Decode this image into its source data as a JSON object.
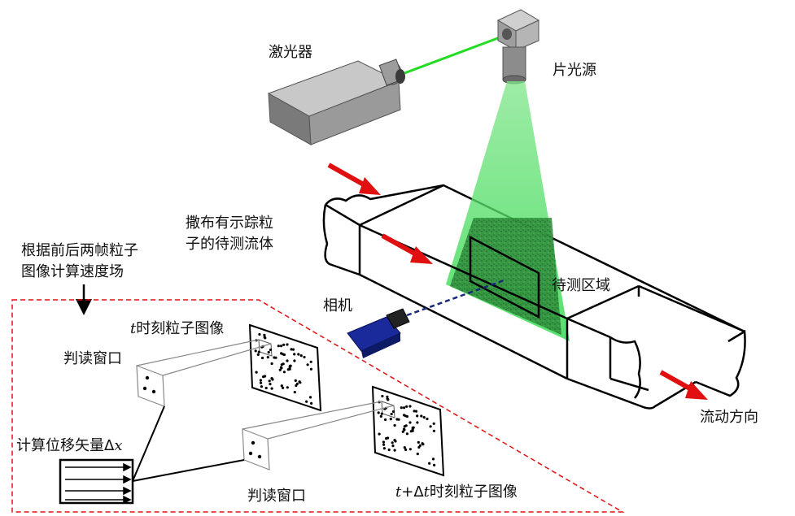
{
  "labels": {
    "laser": "激光器",
    "sheet_source": "片光源",
    "seeded_fluid_line1": "撒布有示踪粒",
    "seeded_fluid_line2": "子的待测流体",
    "method_line1": "根据前后两帧粒子",
    "method_line2": "图像计算速度场",
    "camera": "相机",
    "measure_region": "待测区域",
    "frame_t_var": "t",
    "frame_t_text": "时刻粒子图像",
    "window_1": "判读窗口",
    "window_2": "判读窗口",
    "displacement": "计算位移矢量Δ",
    "displacement_var": "x",
    "frame_t2_var": "t",
    "frame_t2_mid": "+Δ",
    "frame_t2_var2": "t",
    "frame_t2_text": "时刻粒子图像",
    "flow_direction": "流动方向"
  },
  "colors": {
    "laser_beam": "#22dd22",
    "light_sheet": "#33dd44",
    "flow_arrow": "#e01010",
    "camera_body": "#1a2a9a",
    "dashed_box": "#e01010"
  }
}
